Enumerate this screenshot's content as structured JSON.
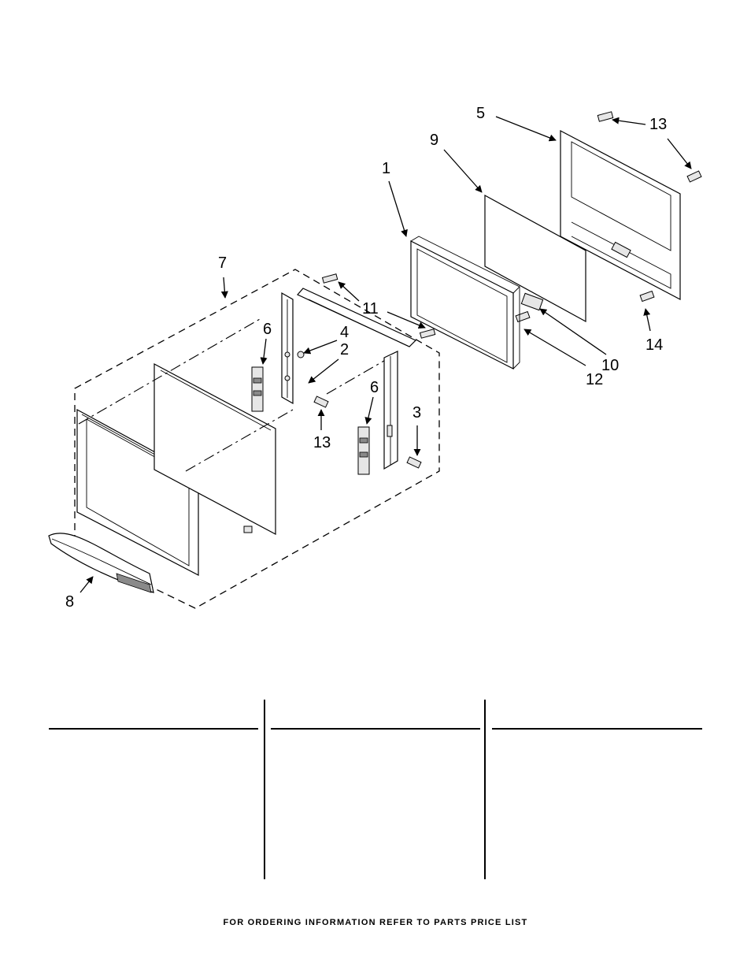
{
  "callouts": [
    {
      "id": "c1",
      "text": "1"
    },
    {
      "id": "c2",
      "text": "2"
    },
    {
      "id": "c3",
      "text": "3"
    },
    {
      "id": "c4",
      "text": "4"
    },
    {
      "id": "c5",
      "text": "5"
    },
    {
      "id": "c6a",
      "text": "6"
    },
    {
      "id": "c6b",
      "text": "6"
    },
    {
      "id": "c7",
      "text": "7"
    },
    {
      "id": "c8",
      "text": "8"
    },
    {
      "id": "c9",
      "text": "9"
    },
    {
      "id": "c10",
      "text": "10"
    },
    {
      "id": "c11",
      "text": "11"
    },
    {
      "id": "c12",
      "text": "12"
    },
    {
      "id": "c13a",
      "text": "13"
    },
    {
      "id": "c13b",
      "text": "13"
    },
    {
      "id": "c14",
      "text": "14"
    }
  ],
  "footer": {
    "text": "FOR ORDERING INFORMATION REFER TO PARTS PRICE LIST"
  },
  "colors": {
    "ink": "#000000",
    "paper": "#ffffff"
  }
}
